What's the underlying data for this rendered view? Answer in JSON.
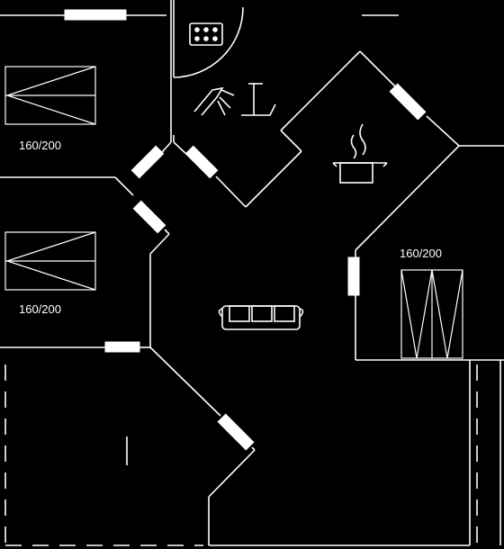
{
  "floorplan": {
    "colors": {
      "background": "#000000",
      "lines": "#ffffff"
    },
    "bedroom_top": {
      "bed_label": "160/200"
    },
    "bedroom_bottom": {
      "bed_label": "160/200"
    },
    "bedroom_right": {
      "bed_label": "160/200"
    },
    "icons": [
      "hob-icon",
      "shower-tap-icon",
      "cooking-pot-icon",
      "sofa-icon"
    ]
  }
}
